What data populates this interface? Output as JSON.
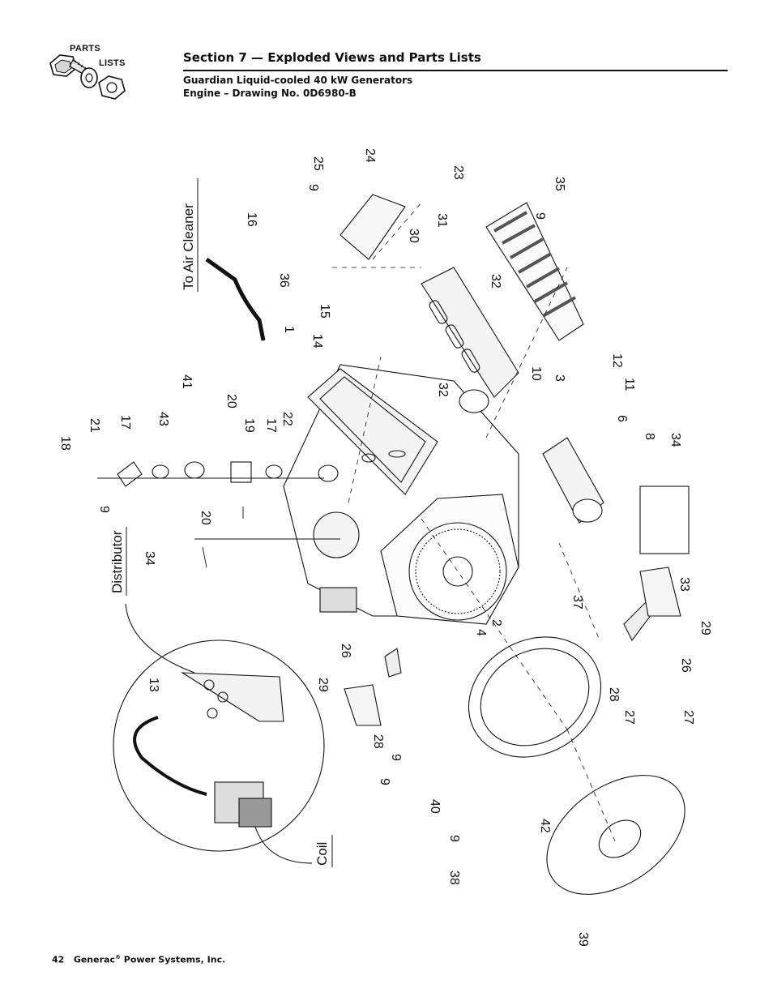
{
  "logo": {
    "line1": "PARTS",
    "line2": "LISTS"
  },
  "header": {
    "section_title": "Section 7 — Exploded Views and Parts Lists",
    "subtitle_line1": "Guardian Liquid-cooled 40 kW Generators",
    "subtitle_line2": "Engine – Drawing No. 0D6980-B"
  },
  "drawing": {
    "labels": {
      "to_air_cleaner": "To Air Cleaner",
      "distributor": "Distributor",
      "coil": "Coil"
    },
    "callouts": [
      "25",
      "24",
      "9",
      "23",
      "35",
      "9",
      "16",
      "30",
      "31",
      "36",
      "32",
      "15",
      "14",
      "1",
      "41",
      "12",
      "10",
      "3",
      "11",
      "20",
      "32",
      "21",
      "17",
      "43",
      "19",
      "22",
      "17",
      "18",
      "6",
      "8",
      "34",
      "9",
      "20",
      "34",
      "33",
      "37",
      "29",
      "4",
      "2",
      "26",
      "26",
      "13",
      "29",
      "28",
      "9",
      "28",
      "27",
      "27",
      "9",
      "40",
      "42",
      "9",
      "38",
      "39"
    ]
  },
  "footer": {
    "page_number": "42",
    "company": "Generac",
    "trademark": "®",
    "company_rest": " Power Systems, Inc."
  }
}
